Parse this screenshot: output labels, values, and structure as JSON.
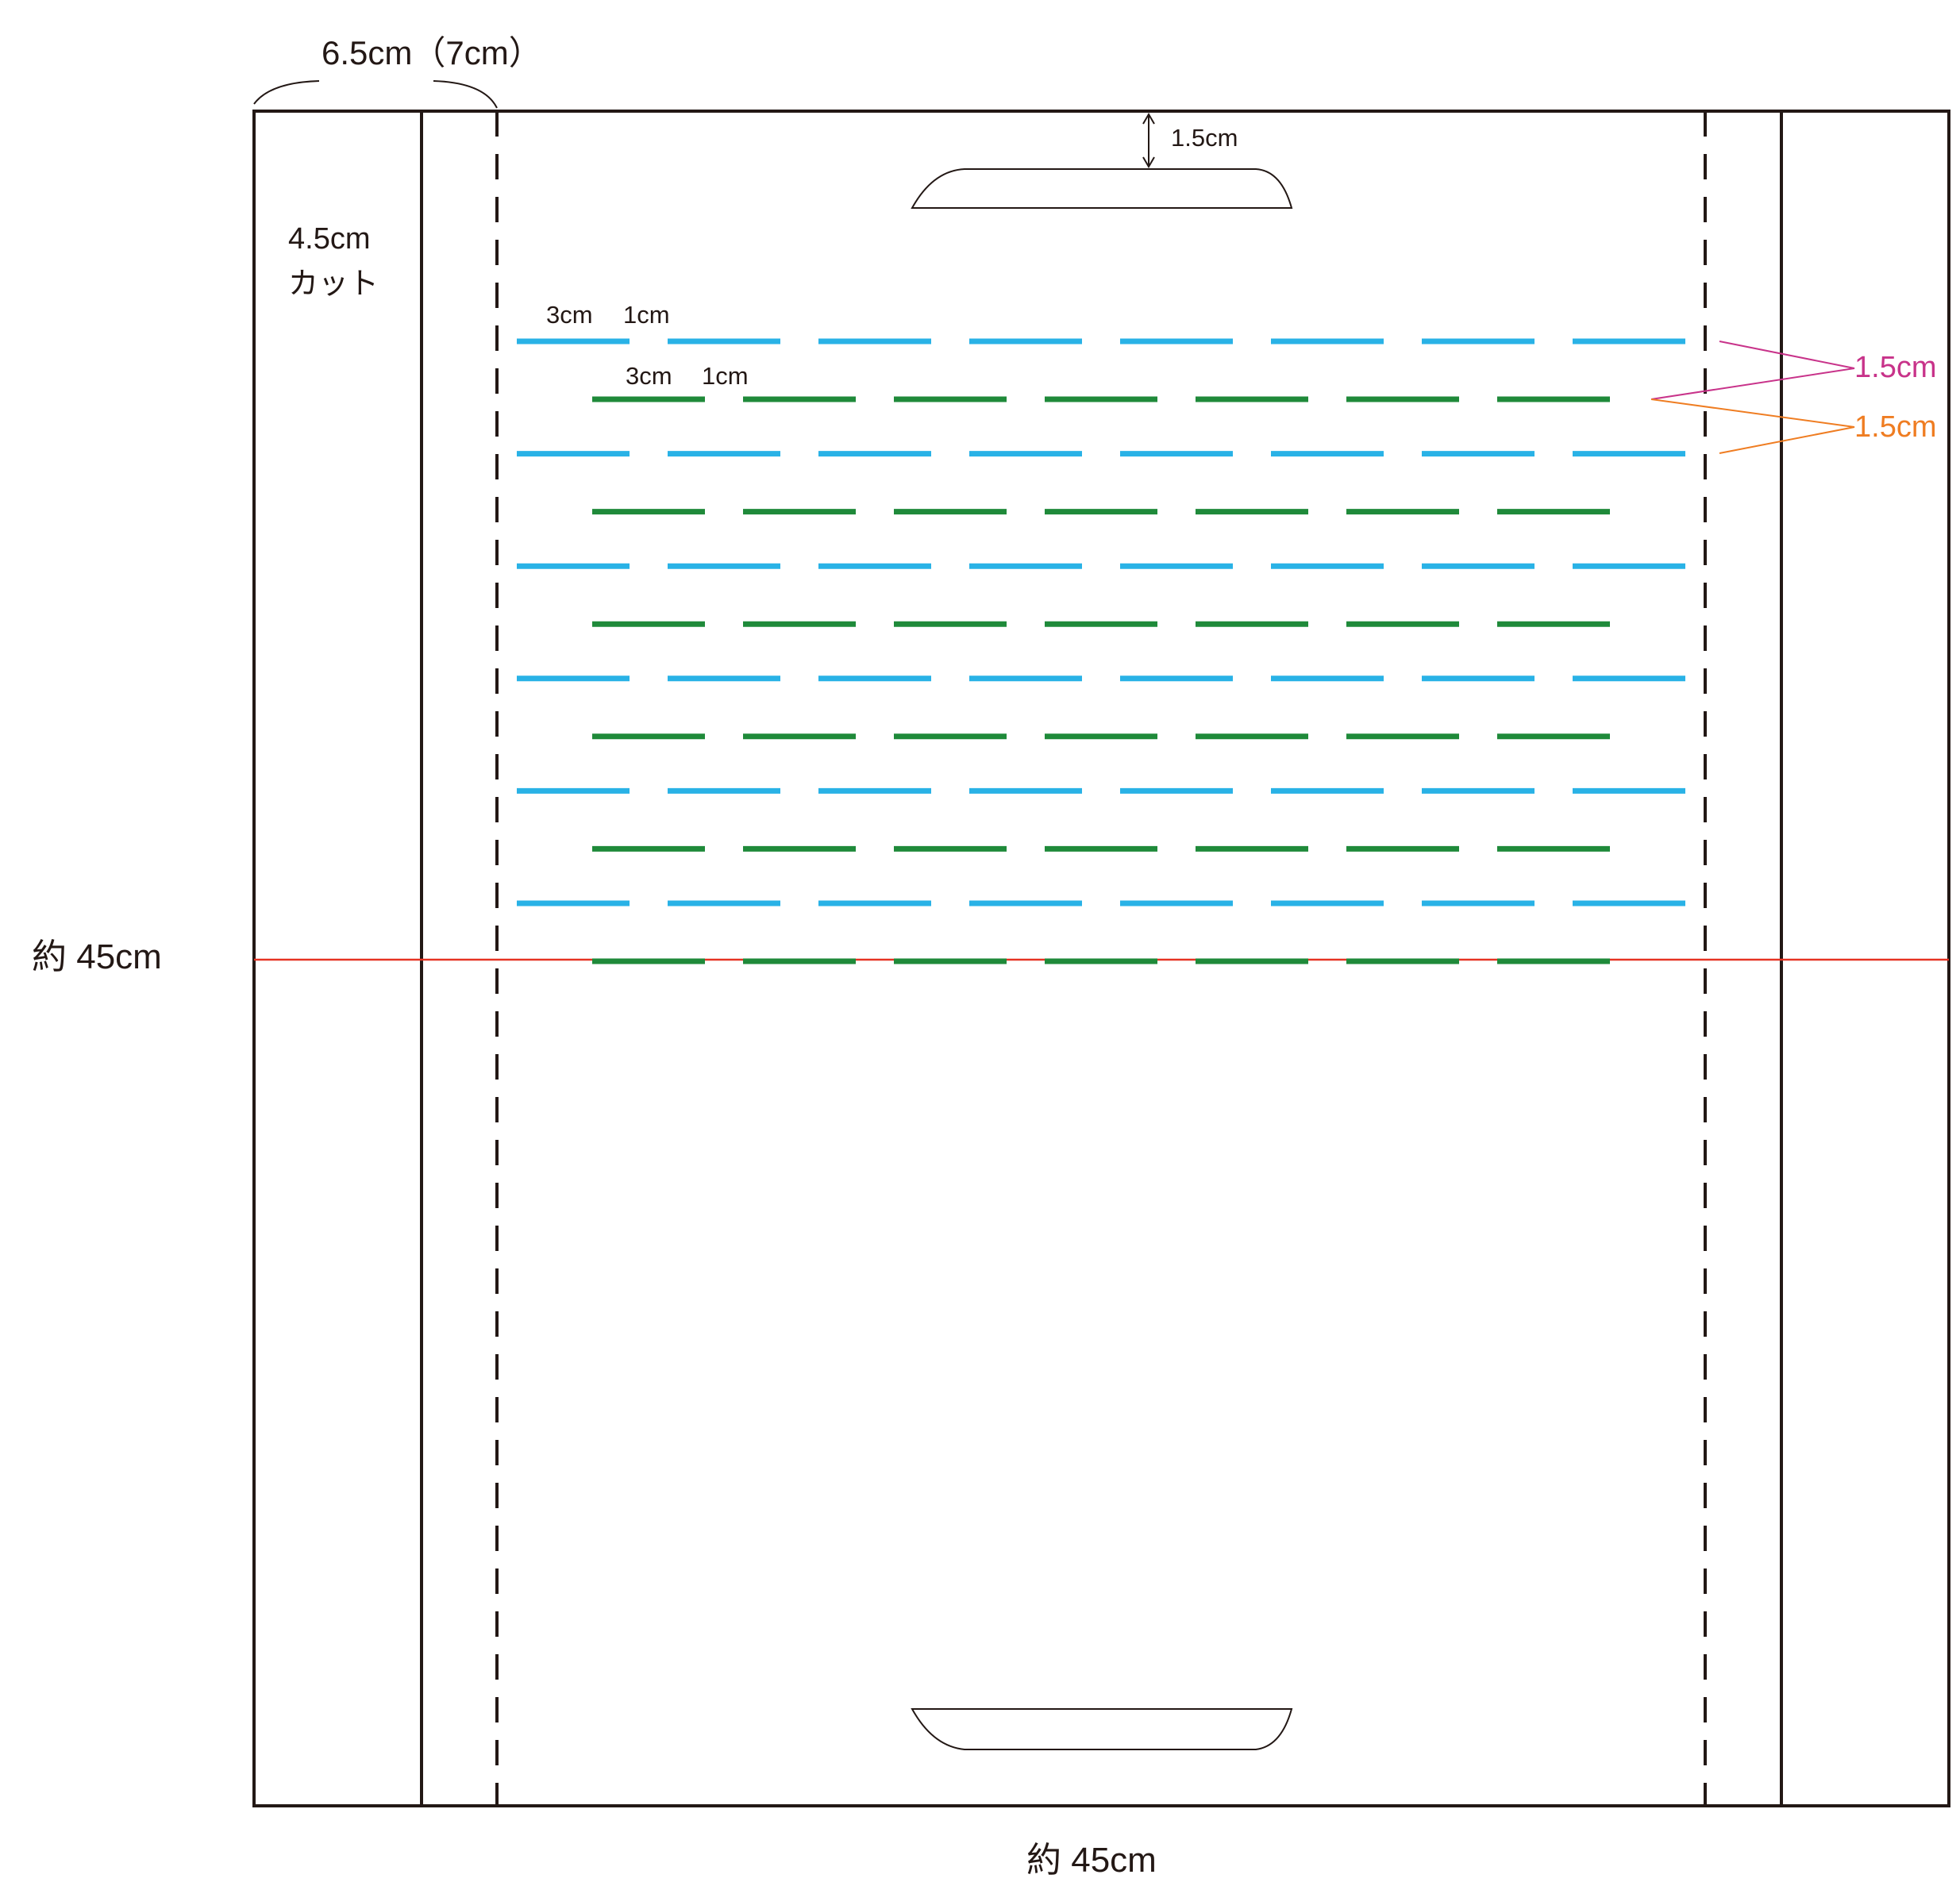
{
  "labels": {
    "fold_width": "6.5cm（7cm）",
    "cut_width": "4.5cm",
    "cut_text": "カット",
    "handle_margin": "1.5cm",
    "blue_dash": "3cm",
    "blue_gap": "1cm",
    "green_dash": "3cm",
    "green_gap": "1cm",
    "blue_green_spacing": "1.5cm",
    "green_blue_spacing": "1.5cm",
    "height": "約 45cm",
    "width": "約 45cm"
  },
  "stitch_rows": {
    "blue_row_count": 6,
    "green_row_count": 6,
    "blue_dashes_per_row": 8,
    "green_dashes_per_row": 7
  },
  "colors": {
    "outline": "#231815",
    "blue_stitch": "#29b2e6",
    "green_stitch": "#1f8a3a",
    "center_line": "#e63323",
    "magenta_callout": "#c8338a",
    "orange_callout": "#ef7d22"
  }
}
